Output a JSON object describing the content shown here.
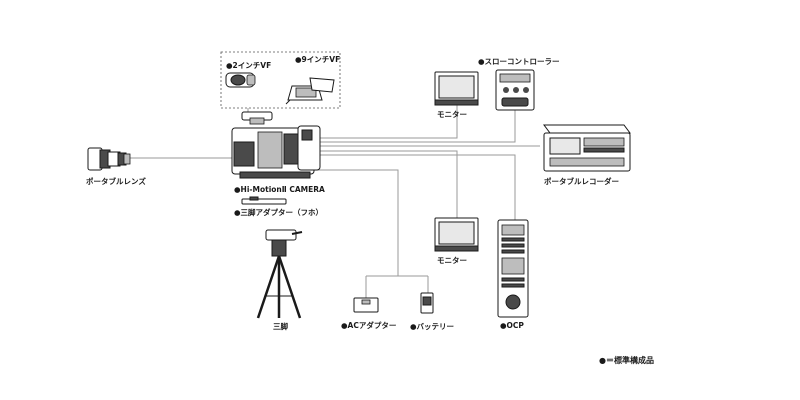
{
  "labels": {
    "vf_2inch": "●2インチVF",
    "vf_9inch": "●9インチVF",
    "slow_controller": "●スローコントローラー",
    "monitor_top": "モニター",
    "portable_lens": "ポータブルレンズ",
    "camera": "●Hi-MotionⅡ CAMERA",
    "tripod_adapter": "●三脚アダプター（フホ）",
    "tripod": "三脚",
    "portable_recorder": "ポータブルレコーダー",
    "monitor_bottom": "モニター",
    "ac_adapter": "●ACアダプター",
    "battery": "●バッテリー",
    "ocp": "●OCP"
  },
  "legend": "●＝標準構成品"
}
